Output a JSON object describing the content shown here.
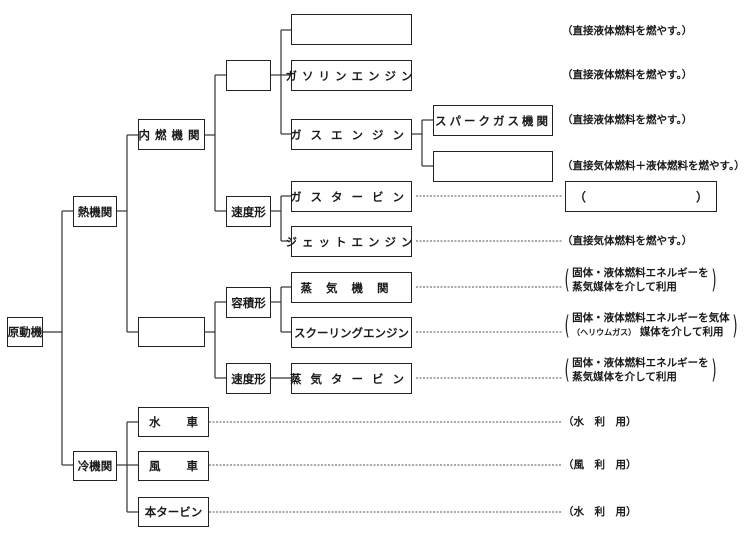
{
  "diagram": {
    "title": "原動機の分類",
    "root": "原動機",
    "nodes": {
      "heat_engine": "熱機関",
      "cold_engine": "冷機関",
      "internal_combustion": "内燃機関",
      "external_combustion": "",
      "ic_blank_group": "",
      "ic_velocity": "速度形",
      "ec_positive": "容積形",
      "ec_velocity": "速度形",
      "blank_top": "",
      "gasoline_engine": "ガソリンエンジン",
      "gas_engine": "ガスエンジン",
      "spark_gas_engine": "スパークガス機関",
      "blank_gas_sub": "",
      "gas_turbine": "ガスタービン",
      "jet_engine": "ジェットエンジン",
      "steam_engine": "蒸気機関",
      "stirling_engine": "スクーリングエンジン",
      "steam_turbine": "蒸気タービン",
      "water_wheel_left": "水",
      "water_wheel_right": "車",
      "windmill_left": "風",
      "windmill_right": "車",
      "water_turbine": "本タービン"
    },
    "notes": {
      "blank_top": "（直接液体燃料を燃やす。）",
      "gasoline_engine": "（直接液体燃料を燃やす。）",
      "spark_gas_engine": "（直接液体燃料を燃やす。）",
      "blank_gas_sub": "（直接気体燃料＋液体燃料を燃やす。）",
      "gas_turbine_open": "（",
      "gas_turbine_close": "）",
      "jet_engine": "（直接気体燃料を燃やす。）",
      "steam_engine_line1": "固体・液体燃料エネルギーを",
      "steam_engine_line2": "蒸気媒体を介して利用",
      "stirling_line1": "固体・液体燃料エネルギーを気体",
      "stirling_line2_small": "（ヘリウムガス）",
      "stirling_line2": "媒体を介して利用",
      "steam_turbine_line1": "固体・液体燃料エネルギーを",
      "steam_turbine_line2": "蒸気媒体を介して利用",
      "water_wheel": "（水　利　用）",
      "windmill": "（風　利　用）",
      "water_turbine": "（水　利　用）",
      "paren_open": "(",
      "paren_close": ")"
    }
  }
}
